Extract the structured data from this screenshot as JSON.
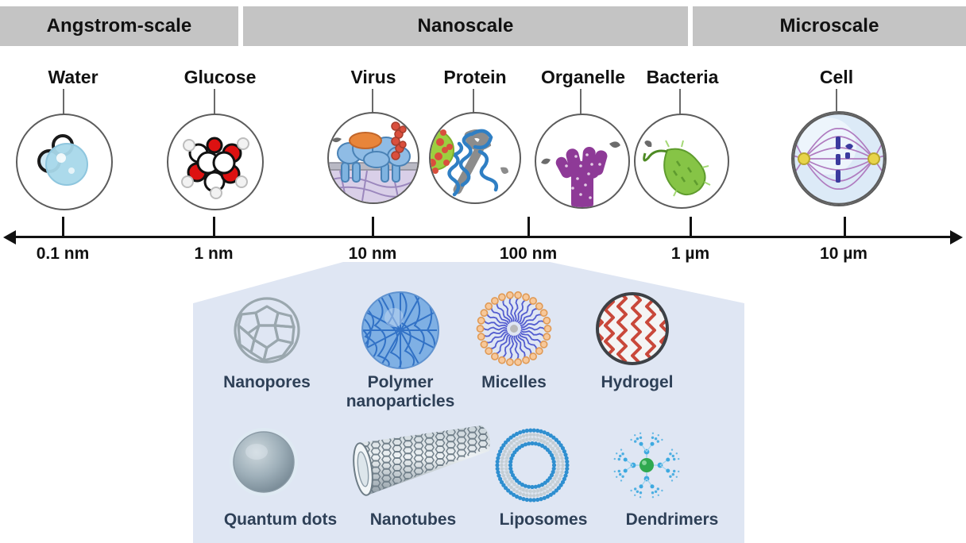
{
  "scale_bars": [
    {
      "id": "angstrom",
      "label": "Angstrom-scale"
    },
    {
      "id": "nano",
      "label": "Nanoscale"
    },
    {
      "id": "micro",
      "label": "Microscale"
    }
  ],
  "entities": [
    {
      "id": "water",
      "label": "Water",
      "icon": "water-molecule-icon"
    },
    {
      "id": "glucose",
      "label": "Glucose",
      "icon": "glucose-molecule-icon"
    },
    {
      "id": "virus",
      "label": "Virus",
      "icon": "virus-membrane-icon"
    },
    {
      "id": "protein",
      "label": "Protein",
      "icon": "protein-ribbon-icon"
    },
    {
      "id": "organelle",
      "label": "Organelle",
      "icon": "organelle-icon"
    },
    {
      "id": "bacteria",
      "label": "Bacteria",
      "icon": "bacteria-icon"
    },
    {
      "id": "cell",
      "label": "Cell",
      "icon": "dividing-cell-icon"
    }
  ],
  "axis": {
    "ticks": [
      {
        "id": "tick-0",
        "label": "0.1 nm"
      },
      {
        "id": "tick-1",
        "label": "1 nm"
      },
      {
        "id": "tick-2",
        "label": "10 nm"
      },
      {
        "id": "tick-3",
        "label": "100 nm"
      },
      {
        "id": "tick-4",
        "label": "1 µm"
      },
      {
        "id": "tick-5",
        "label": "10 µm"
      }
    ],
    "direction": "both"
  },
  "nanomaterials": [
    {
      "id": "nanopores",
      "label": "Nanopores",
      "icon": "fullerene-cage-icon"
    },
    {
      "id": "polymer-nanoparticles",
      "label": "Polymer\nnanoparticles",
      "line1": "Polymer",
      "line2": "nanoparticles",
      "icon": "polymer-tangle-icon"
    },
    {
      "id": "micelles",
      "label": "Micelles",
      "icon": "micelle-icon"
    },
    {
      "id": "hydrogel",
      "label": "Hydrogel",
      "icon": "hydrogel-mesh-icon"
    },
    {
      "id": "quantum-dots",
      "label": "Quantum dots",
      "icon": "quantum-dot-icon"
    },
    {
      "id": "nanotubes",
      "label": "Nanotubes",
      "icon": "carbon-nanotube-icon"
    },
    {
      "id": "liposomes",
      "label": "Liposomes",
      "icon": "liposome-icon"
    },
    {
      "id": "dendrimers",
      "label": "Dendrimers",
      "icon": "dendrimer-icon"
    }
  ],
  "colors": {
    "scalebar_bg": "#c4c4c4",
    "panel_bg": "#dfe6f3",
    "nano_label_text": "#2e4057",
    "circle_stroke": "#5c5c5c",
    "axis": "#111111",
    "water_blue": "#a8d8ea",
    "oxygen_red": "#dd1111",
    "virus_blue": "#7fb3e0",
    "virus_orange": "#e8853a",
    "virus_red": "#d94f3d",
    "organelle_purple": "#8e3a97",
    "bacteria_green": "#7fc241",
    "cell_blue": "#dceaf7",
    "spindle_purple": "#b07cc0",
    "chromosome_blue": "#3a3a9e",
    "centrosome_yellow": "#e8d44a",
    "polymer_blue": "#2f6fc4",
    "micelle_orange": "#f0a868",
    "hydrogel_red": "#c9483a",
    "liposome_blue": "#2f8fd0",
    "dendrimer_green": "#2fa84f",
    "nanotube_gray": "#9aa5ad"
  }
}
